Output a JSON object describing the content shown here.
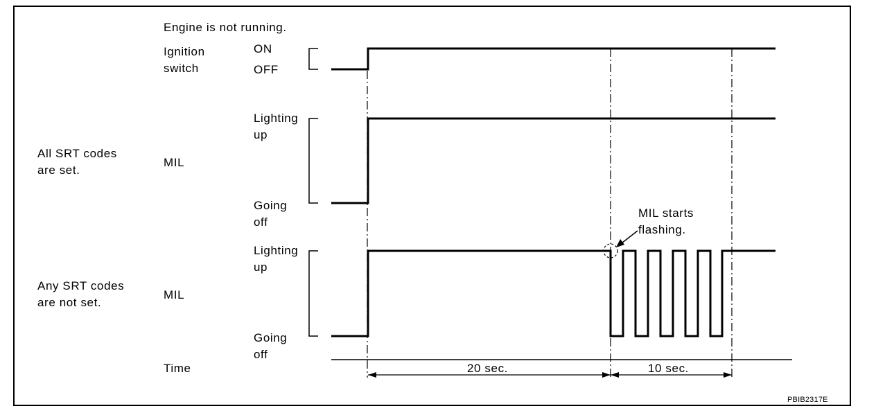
{
  "header": {
    "condition": "Engine is not running."
  },
  "rows": {
    "ignition": {
      "label_line1": "Ignition",
      "label_line2": "switch",
      "state_on": "ON",
      "state_off": "OFF"
    },
    "all_set": {
      "group_line1": "All SRT codes",
      "group_line2": "are set.",
      "label": "MIL",
      "state_high_line1": "Lighting",
      "state_high_line2": "up",
      "state_low_line1": "Going",
      "state_low_line2": "off"
    },
    "any_not_set": {
      "group_line1": "Any SRT codes",
      "group_line2": "are not set.",
      "label": "MIL",
      "state_high_line1": "Lighting",
      "state_high_line2": "up",
      "state_low_line1": "Going",
      "state_low_line2": "off"
    }
  },
  "annotation": {
    "line1": "MIL starts",
    "line2": "flashing."
  },
  "time_axis": {
    "label": "Time",
    "interval1": "20 sec.",
    "interval2": "10 sec."
  },
  "figure_id": "PBIB2317E"
}
